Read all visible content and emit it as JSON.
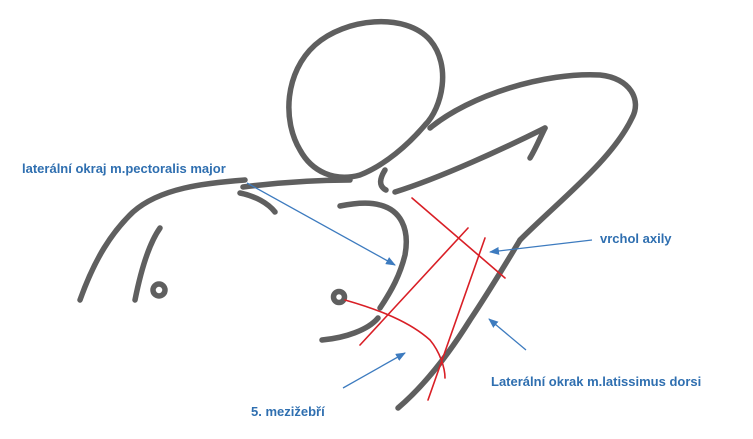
{
  "labels": {
    "pectoralis": "laterální okraj m.pectoralis major",
    "axilla_apex": "vrchol axily",
    "latissimus": "Laterální okrak m.latissimus dorsi",
    "intercostal": "5. mezižebří"
  },
  "colors": {
    "body_outline": "#5f5f5f",
    "incision_lines": "#d91f26",
    "label_text": "#2f6fb0",
    "arrows": "#3d7bbf",
    "background": "#ffffff"
  }
}
